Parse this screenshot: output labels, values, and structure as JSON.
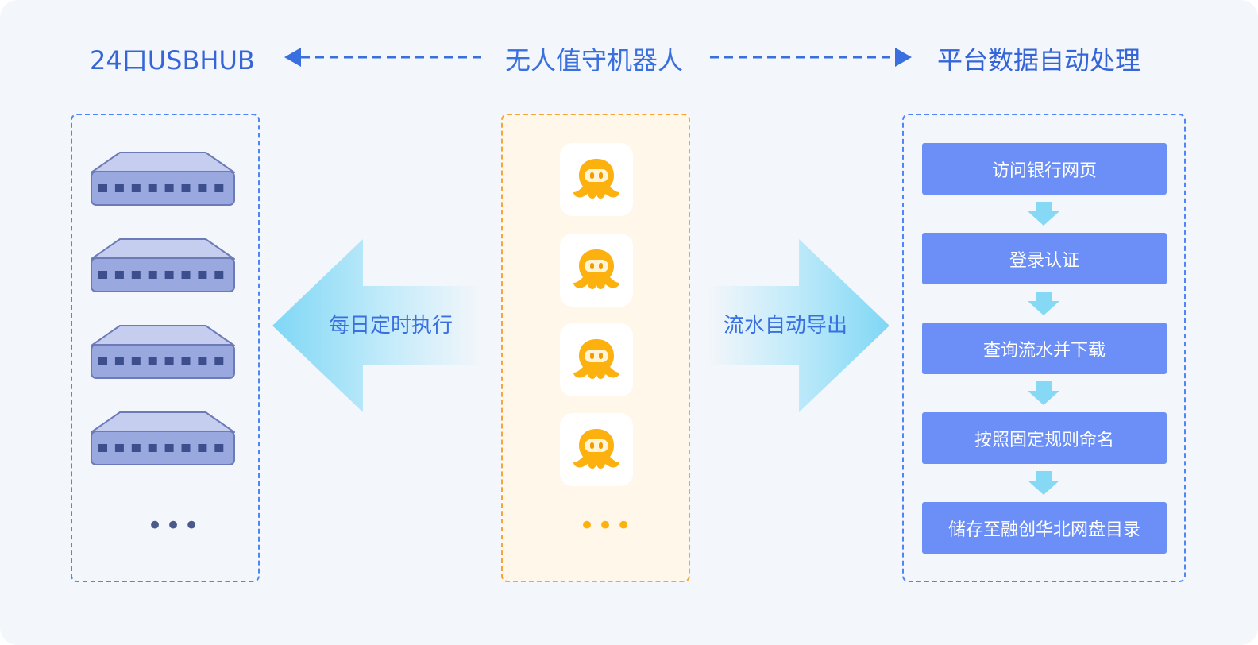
{
  "header": {
    "left_label": "24口USBHUB",
    "center_label": "无人值守机器人",
    "right_label": "平台数据自动处理"
  },
  "left_panel": {
    "hub_count": 4,
    "more": "•••"
  },
  "center_panel": {
    "robot_count": 4,
    "more": "•••"
  },
  "arrows": {
    "left_label": "每日定时执行",
    "right_label": "流水自动导出"
  },
  "steps": [
    "访问银行网页",
    "登录认证",
    "查询流水并下载",
    "按照固定规则命名",
    "储存至融创华北网盘目录"
  ],
  "colors": {
    "accent_blue": "#3a6fe0",
    "step_fill": "#6b8ff6",
    "robot_orange": "#fdb10f",
    "hub_fill": "#9aa8e0"
  }
}
